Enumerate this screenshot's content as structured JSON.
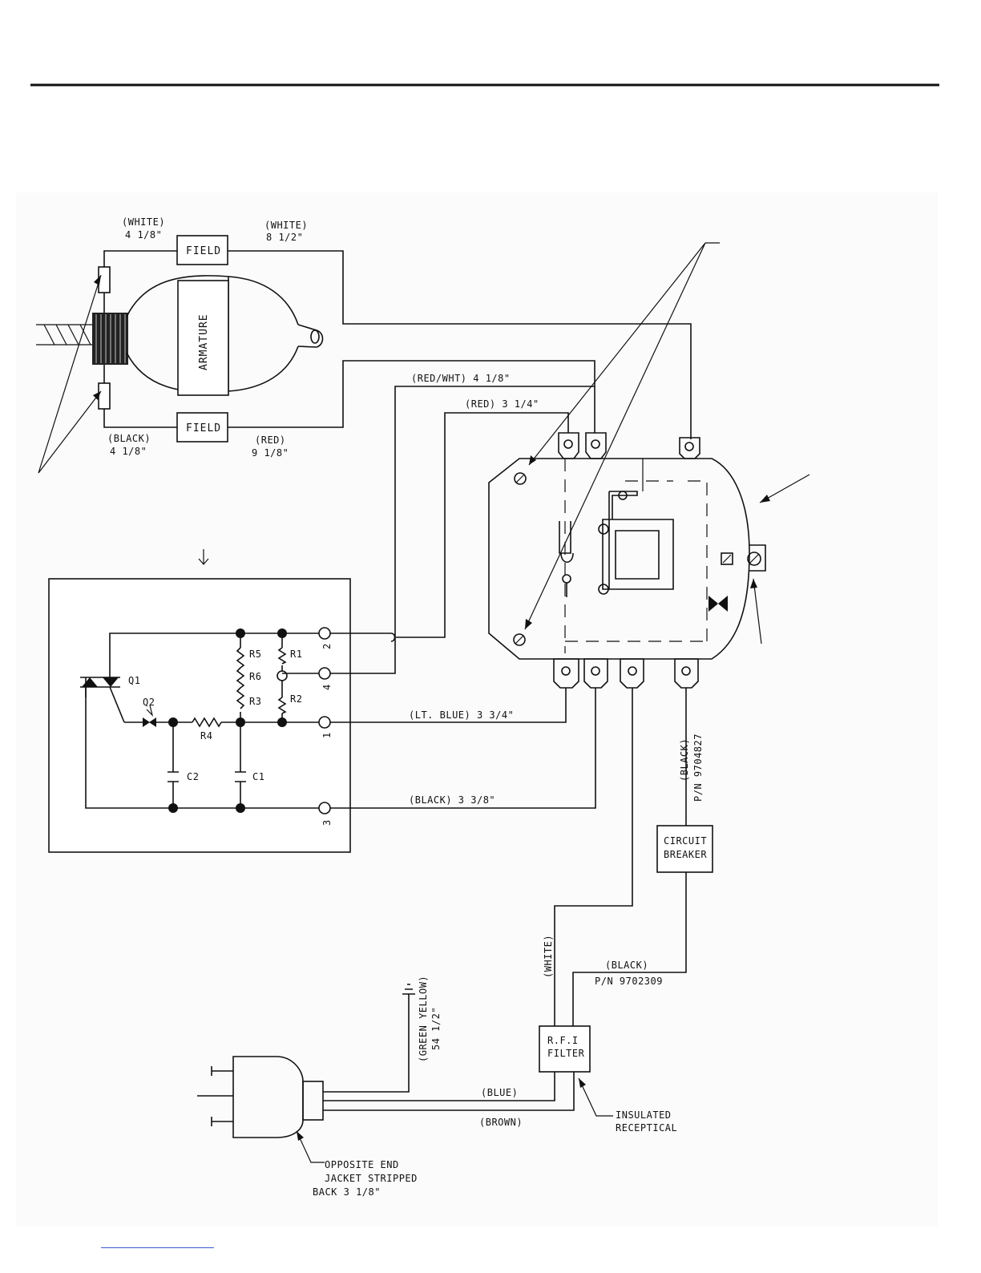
{
  "labels": {
    "white_top_left": "(WHITE)",
    "len_4_18_top": "4 1/8\"",
    "white_top_right": "(WHITE)",
    "len_8_12": "8 1/2\"",
    "field_top": "FIELD",
    "field_bottom": "FIELD",
    "armature": "ARMATURE",
    "black_left": "(BLACK)",
    "len_4_18_bottom": "4 1/8\"",
    "red_bottom": "(RED)",
    "len_9_18": "9 1/8\"",
    "redwht": "(RED/WHT) 4 1/8\"",
    "red": "(RED) 3 1/4\"",
    "ltblue": "(LT. BLUE) 3 3/4\"",
    "black_3_38": "(BLACK) 3 3/8\"",
    "black_vertical": "(BLACK)",
    "pn_9704827": "P/N 9704827",
    "circuit": "CIRCUIT",
    "breaker": "BREAKER",
    "white_vertical": "(WHITE)",
    "black_lower": "(BLACK)",
    "pn_9702309": "P/N 9702309",
    "green_yellow": "(GREEN YELLOW)",
    "len_54_12": "54 1/2\"",
    "rfi": "R.F.I",
    "filter": "FILTER",
    "blue": "(BLUE)",
    "brown": "(BROWN)",
    "insulated": "INSULATED",
    "receptical": "RECEPTICAL",
    "opposite_1": "OPPOSITE END",
    "opposite_2": "JACKET STRIPPED",
    "opposite_3": "BACK 3 1/8\"",
    "q1": "Q1",
    "q2": "Q2",
    "r1": "R1",
    "r2": "R2",
    "r3": "R3",
    "r4": "R4",
    "r5": "R5",
    "r6": "R6",
    "c1": "C1",
    "c2": "C2",
    "t1": "1",
    "t2": "2",
    "t3": "3",
    "t4": "4"
  }
}
